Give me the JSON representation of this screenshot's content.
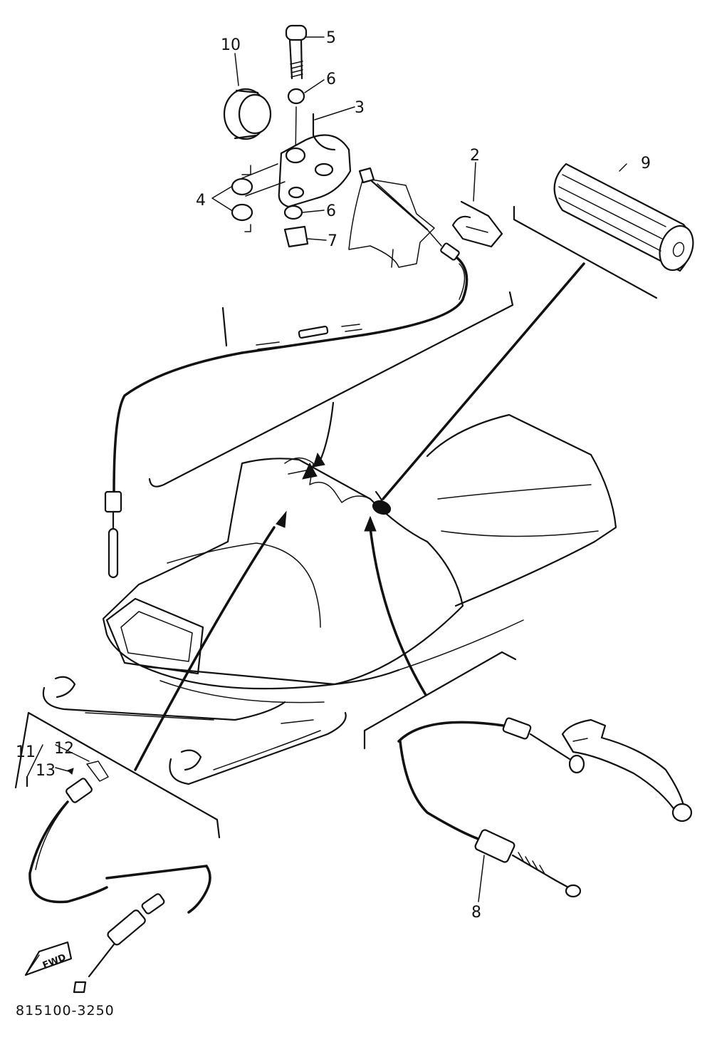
{
  "diagram": {
    "callouts": {
      "c1": "11",
      "c2": "2",
      "c3": "3",
      "c4": "4",
      "c5": "5",
      "c6a": "6",
      "c6b": "6",
      "c7": "7",
      "c8": "8",
      "c9": "9",
      "c10": "10",
      "c12": "12",
      "c13": "13"
    },
    "fwd_label": "FWD",
    "reference_code": "815100-3250"
  }
}
